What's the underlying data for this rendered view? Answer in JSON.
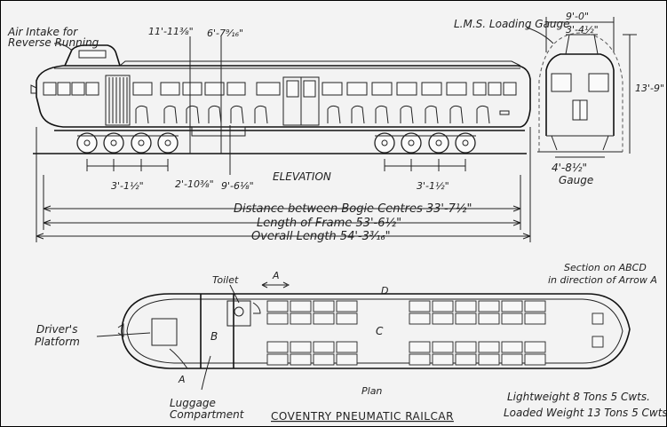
{
  "labels": {
    "air_intake_line1": "Air Intake for",
    "air_intake_line2": "Reverse Running",
    "dim_top_1": "11'-11⅜\"",
    "dim_top_2": "6'-7⁹⁄₁₆\"",
    "lms_gauge": "L.M.S. Loading Gauge",
    "dim_width": "9'-0\"",
    "dim_roof": "3'-4½\"",
    "dim_height": "13'-9\"",
    "elevation": "ELEVATION",
    "dim_wheel_left": "3'-1½\"",
    "dim_mid_1": "2'-10⅜\"",
    "dim_mid_2": "9'-6⅛\"",
    "dim_wheel_right": "3'-1½\"",
    "gauge_value": "4'-8½\"",
    "gauge_word": "Gauge",
    "bogie_centres": "Distance between Bogie Centres 33'-7½\"",
    "frame_length": "Length of Frame 53'-6½\"",
    "overall_length": "Overall Length 54'-3³⁄₁₆\"",
    "toilet": "Toilet",
    "arrow_a": "A",
    "section_line1": "Section on ABCD",
    "section_line2": "in direction of Arrow A",
    "plan_b": "B",
    "plan_c": "C",
    "plan_d": "D",
    "plan_a": "A",
    "drivers_line1": "Driver's",
    "drivers_line2": "Platform",
    "luggage_line1": "Luggage",
    "luggage_line2": "Compartment",
    "plan_word": "Plan",
    "title": "COVENTRY PNEUMATIC RAILCAR",
    "lightweight": "Lightweight 8 Tons 5 Cwts.",
    "loaded_weight": "Loaded Weight 13 Tons 5 Cwts"
  },
  "colors": {
    "ink": "#222222",
    "paper": "#f3f3f3"
  }
}
